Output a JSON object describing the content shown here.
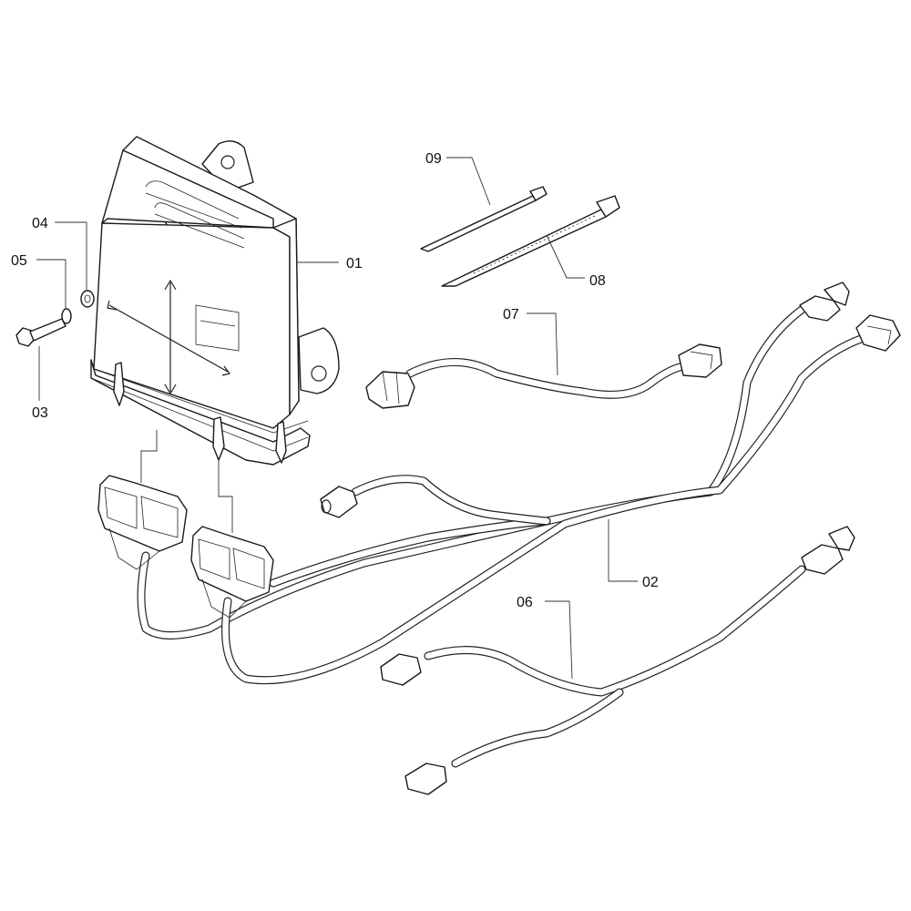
{
  "diagram": {
    "callouts": [
      {
        "id": "c01",
        "label": "01"
      },
      {
        "id": "c02",
        "label": "02"
      },
      {
        "id": "c03",
        "label": "03"
      },
      {
        "id": "c04",
        "label": "04"
      },
      {
        "id": "c05",
        "label": "05"
      },
      {
        "id": "c06",
        "label": "06"
      },
      {
        "id": "c07",
        "label": "07"
      },
      {
        "id": "c08",
        "label": "08"
      },
      {
        "id": "c09",
        "label": "09"
      }
    ]
  },
  "style": {
    "line_color": "#222222",
    "background": "#ffffff"
  }
}
